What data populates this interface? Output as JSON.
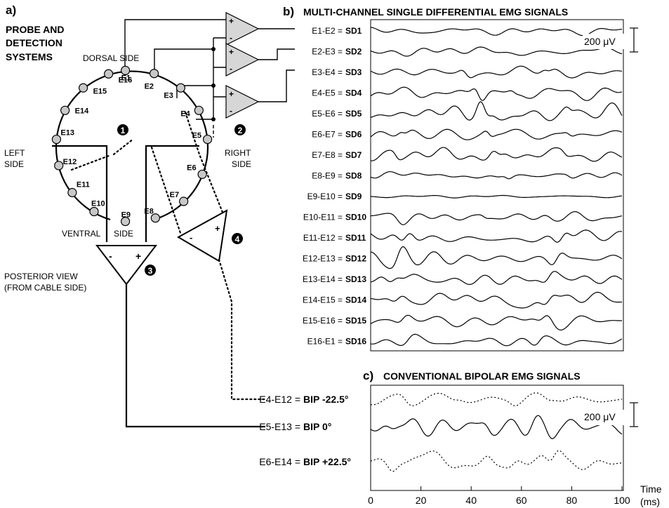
{
  "panel_a": {
    "letter": "a)",
    "title": [
      "PROBE AND",
      "DETECTION",
      "SYSTEMS"
    ],
    "dorsal_side": "DORSAL  SIDE",
    "ventral": "VENTRAL",
    "side": "SIDE",
    "left_side": [
      "LEFT",
      "SIDE"
    ],
    "right_side": [
      "RIGHT",
      "SIDE"
    ],
    "posterior": [
      "POSTERIOR VIEW",
      "(FROM CABLE SIDE)"
    ],
    "electrodes": [
      "E1",
      "E2",
      "E3",
      "E4",
      "E5",
      "E6",
      "E7",
      "E8",
      "E9",
      "E10",
      "E11",
      "E12",
      "E13",
      "E14",
      "E15",
      "E16"
    ],
    "markers": [
      "➊",
      "➋",
      "➌",
      "➍"
    ],
    "plus": "+",
    "minus": "-"
  },
  "panel_b": {
    "letter": "b)",
    "title": "MULTI-CHANNEL SINGLE DIFFERENTIAL EMG SIGNALS",
    "scale": "200 μV",
    "channels": [
      {
        "pair": "E1-E2 =",
        "name": "SD1"
      },
      {
        "pair": "E2-E3 =",
        "name": "SD2"
      },
      {
        "pair": "E3-E4 =",
        "name": "SD3"
      },
      {
        "pair": "E4-E5 =",
        "name": "SD4"
      },
      {
        "pair": "E5-E6 =",
        "name": "SD5"
      },
      {
        "pair": "E6-E7 =",
        "name": "SD6"
      },
      {
        "pair": "E7-E8 =",
        "name": "SD7"
      },
      {
        "pair": "E8-E9 =",
        "name": "SD8"
      },
      {
        "pair": "E9-E10 =",
        "name": "SD9"
      },
      {
        "pair": "E10-E11 =",
        "name": "SD10"
      },
      {
        "pair": "E11-E12 =",
        "name": "SD11"
      },
      {
        "pair": "E12-E13 =",
        "name": "SD12"
      },
      {
        "pair": "E13-E14 =",
        "name": "SD13"
      },
      {
        "pair": "E14-E15 =",
        "name": "SD14"
      },
      {
        "pair": "E15-E16 =",
        "name": "SD15"
      },
      {
        "pair": "E16-E1 =",
        "name": "SD16"
      }
    ]
  },
  "panel_c": {
    "letter": "c)",
    "title": "CONVENTIONAL BIPOLAR EMG SIGNALS",
    "scale": "200 μV",
    "channels": [
      {
        "pair": "E4-E12 =",
        "name": "BIP -22.5°"
      },
      {
        "pair": "E5-E13 =",
        "name": "BIP 0°"
      },
      {
        "pair": "E6-E14 =",
        "name": "BIP +22.5°"
      }
    ],
    "x_ticks": [
      "0",
      "20",
      "40",
      "60",
      "80",
      "100"
    ],
    "x_label": [
      "Time",
      "(ms)"
    ]
  }
}
